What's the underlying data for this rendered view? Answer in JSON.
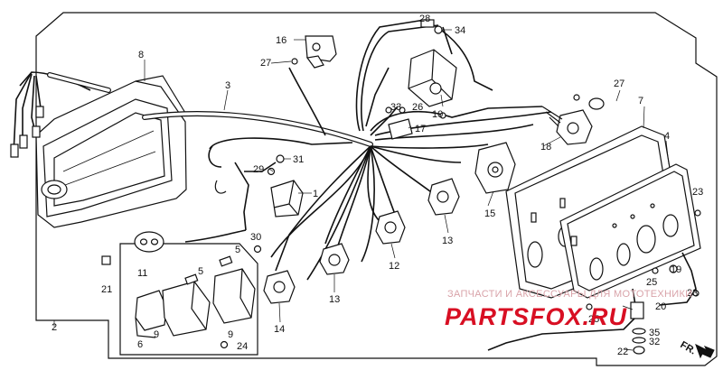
{
  "parts": {
    "p1": "1",
    "p2": "2",
    "p3": "3",
    "p4": "4",
    "p5a": "5",
    "p5b": "5",
    "p6": "6",
    "p7": "7",
    "p8": "8",
    "p9a": "9",
    "p9b": "9",
    "p10": "10",
    "p11": "11",
    "p12": "12",
    "p13a": "13",
    "p13b": "13",
    "p14": "14",
    "p15": "15",
    "p16": "16",
    "p17": "17",
    "p18": "18",
    "p19": "19",
    "p20": "20",
    "p21": "21",
    "p22": "22",
    "p23a": "23",
    "p23b": "23",
    "p24": "24",
    "p25a": "25",
    "p25b": "25",
    "p26": "26",
    "p27a": "27",
    "p27b": "27",
    "p28": "28",
    "p29": "29",
    "p30": "30",
    "p31": "31",
    "p32": "32",
    "p33": "33",
    "p34": "34",
    "p35": "35"
  },
  "watermark": {
    "top_text": "ЗАПЧАСТИ И АКСЕССУАРЫ ДЛЯ МОТОТЕХНИКИ",
    "logo_text": "PARTSFOX.RU"
  },
  "direction_label": "FR."
}
